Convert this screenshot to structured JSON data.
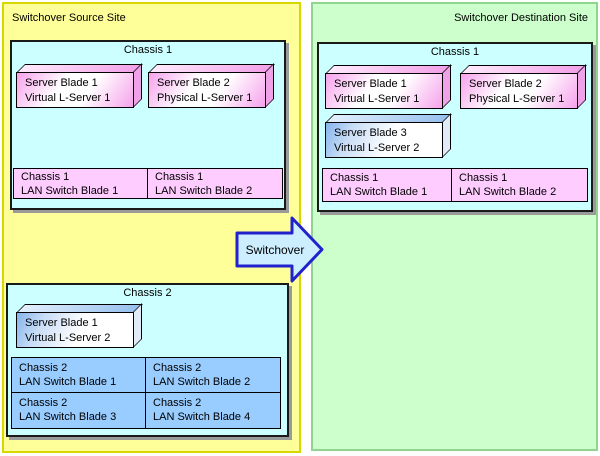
{
  "colors": {
    "source_site_bg": "#ffff99",
    "destination_site_bg": "#ccffcc",
    "chassis_bg": "#ccffff",
    "pink_blade": "#ffccff",
    "blue_blade": "#99ccff",
    "arrow_fill": "#cceeff",
    "arrow_border": "#2222cc"
  },
  "source_site": {
    "title": "Switchover Source Site",
    "chassis": [
      {
        "name": "Chassis 1",
        "server_blades": [
          {
            "line1": "Server Blade 1",
            "line2": "Virtual L-Server 1"
          },
          {
            "line1": "Server Blade 2",
            "line2": "Physical L-Server 1"
          }
        ],
        "lan_switch_blades": [
          {
            "line1": "Chassis 1",
            "line2": "LAN Switch Blade 1"
          },
          {
            "line1": "Chassis 1",
            "line2": "LAN Switch Blade 2"
          }
        ]
      },
      {
        "name": "Chassis 2",
        "server_blades": [
          {
            "line1": "Server Blade 1",
            "line2": "Virtual L-Server 2"
          }
        ],
        "lan_switch_blades": [
          {
            "line1": "Chassis 2",
            "line2": "LAN Switch Blade 1"
          },
          {
            "line1": "Chassis 2",
            "line2": "LAN Switch Blade 2"
          },
          {
            "line1": "Chassis 2",
            "line2": "LAN Switch Blade 3"
          },
          {
            "line1": "Chassis 2",
            "line2": "LAN Switch Blade 4"
          }
        ]
      }
    ]
  },
  "arrow": {
    "label": "Switchover"
  },
  "destination_site": {
    "title": "Switchover Destination Site",
    "chassis": [
      {
        "name": "Chassis 1",
        "server_blades": [
          {
            "line1": "Server Blade 1",
            "line2": "Virtual L-Server 1"
          },
          {
            "line1": "Server Blade 2",
            "line2": "Physical L-Server 1"
          },
          {
            "line1": "Server Blade 3",
            "line2": "Virtual L-Server 2"
          }
        ],
        "lan_switch_blades": [
          {
            "line1": "Chassis 1",
            "line2": "LAN Switch Blade 1"
          },
          {
            "line1": "Chassis 1",
            "line2": "LAN Switch Blade 2"
          }
        ]
      }
    ]
  }
}
